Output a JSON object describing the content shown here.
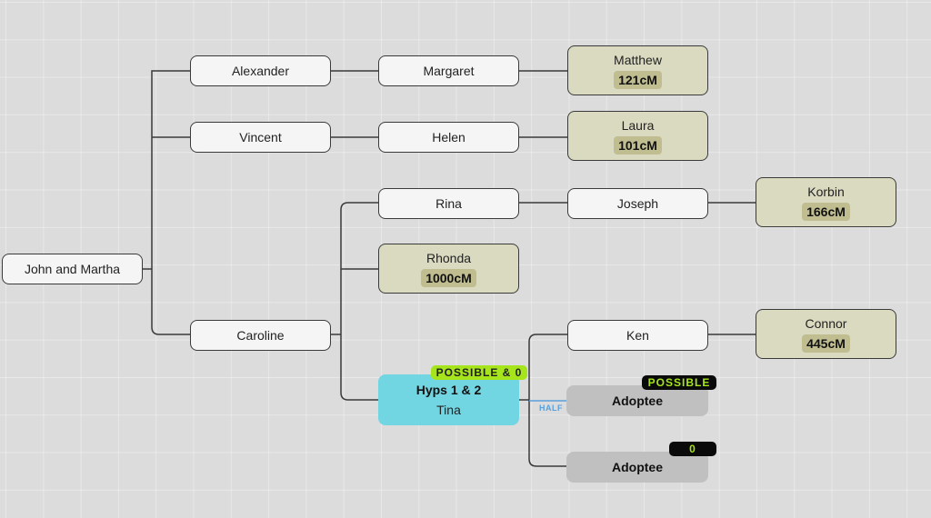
{
  "tree": {
    "root": {
      "name": "John and Martha"
    },
    "people": {
      "alexander": "Alexander",
      "vincent": "Vincent",
      "caroline": "Caroline",
      "margaret": "Margaret",
      "helen": "Helen",
      "rina": "Rina",
      "joseph": "Joseph",
      "ken": "Ken"
    },
    "matches": {
      "matthew": {
        "name": "Matthew",
        "cm": "121cM"
      },
      "laura": {
        "name": "Laura",
        "cm": "101cM"
      },
      "korbin": {
        "name": "Korbin",
        "cm": "166cM"
      },
      "rhonda": {
        "name": "Rhonda",
        "cm": "1000cM"
      },
      "connor": {
        "name": "Connor",
        "cm": "445cM"
      }
    },
    "hypothesis": {
      "title": "Hyps 1 & 2",
      "name": "Tina",
      "badge": "POSSIBLE & 0"
    },
    "adoptees": [
      {
        "name": "Adoptee",
        "badge": "POSSIBLE",
        "relation": "HALF"
      },
      {
        "name": "Adoptee",
        "badge": "0"
      }
    ]
  },
  "colors": {
    "match_bg": "#dadac0",
    "hypothesis_bg": "#72d5e2",
    "adoptee_bg": "#c0c0c0",
    "badge_lime": "#a6e51c",
    "half_line": "#5aa0dc"
  }
}
